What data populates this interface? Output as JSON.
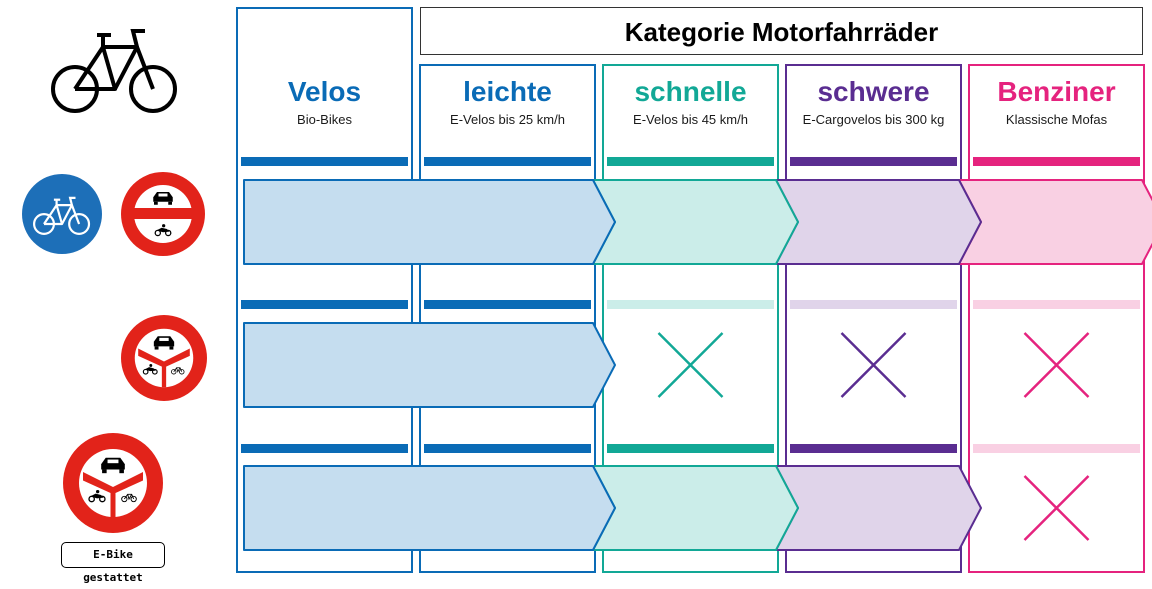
{
  "header": {
    "category_title": "Kategorie Motorfahrräder"
  },
  "columns": [
    {
      "id": "velos",
      "title": "Velos",
      "subtitle": "Bio-Bikes",
      "color": "#0a6bb6",
      "light": "#c5ddef"
    },
    {
      "id": "leichte",
      "title": "leichte",
      "subtitle": "E-Velos bis 25 km/h",
      "color": "#0a6bb6",
      "light": "#c5ddef"
    },
    {
      "id": "schnelle",
      "title": "schnelle",
      "subtitle": "E-Velos bis 45 km/h",
      "color": "#12a896",
      "light": "#cbede9"
    },
    {
      "id": "schwere",
      "title": "schwere",
      "subtitle": "E-Cargovelos bis 300 kg",
      "color": "#5a2d91",
      "light": "#e0d4ea"
    },
    {
      "id": "benziner",
      "title": "Benziner",
      "subtitle": "Klassische Mofas",
      "color": "#e5237e",
      "light": "#f9d0e3"
    }
  ],
  "rows": [
    {
      "sign": "bicycle-path-sign and no-motor-vehicles-sign",
      "allowed": [
        true,
        true,
        true,
        true,
        true
      ]
    },
    {
      "sign": "no-motorcycles-mopeds-sign",
      "allowed": [
        true,
        true,
        false,
        false,
        false
      ]
    },
    {
      "sign": "no-motorcycles-mopeds-sign with e-bike-exception",
      "allowed": [
        true,
        true,
        true,
        true,
        false
      ]
    }
  ],
  "signs": {
    "ebike_exception_label": "E-Bike gestattet"
  }
}
